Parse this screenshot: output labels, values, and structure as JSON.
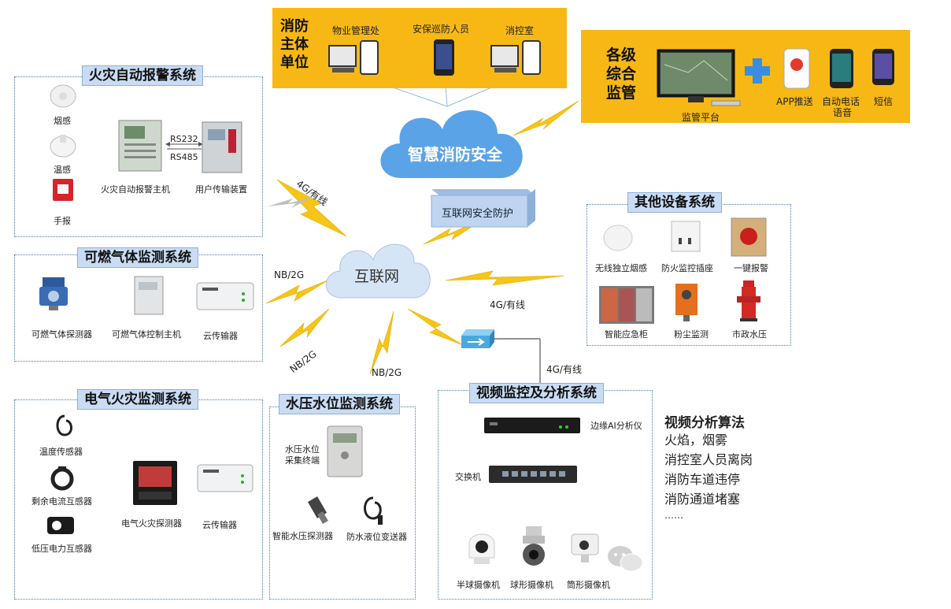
{
  "fire_alarm": {
    "title": "火灾自动报警系统",
    "smoke": "烟感",
    "heat": "温感",
    "manual": "手报",
    "host": "火灾自动报警主机",
    "rs232": "RS232",
    "rs485": "RS485",
    "transmitter": "用户传输装置"
  },
  "gas": {
    "title": "可燃气体监测系统",
    "detector": "可燃气体探测器",
    "controller": "可燃气体控制主机",
    "cloud_tx": "云传输器"
  },
  "electrical": {
    "title": "电气火灾监测系统",
    "temp": "温度传感器",
    "residual": "剩余电流互感器",
    "lowvolt": "低压电力互感器",
    "detector": "电气火灾探测器",
    "cloud_tx": "云传输器"
  },
  "water": {
    "title": "水压水位监测系统",
    "terminal_l1": "水压水位",
    "terminal_l2": "采集终端",
    "pressure": "智能水压探测器",
    "level": "防水液位变送器"
  },
  "main_unit": {
    "title_l1": "消防",
    "title_l2": "主体",
    "title_l3": "单位",
    "property": "物业管理处",
    "security": "安保巡防人员",
    "control_room": "消控室"
  },
  "supervision": {
    "title_l1": "各级",
    "title_l2": "综合",
    "title_l3": "监管",
    "platform": "监管平台",
    "app": "APP推送",
    "voice_l1": "自动电话",
    "voice_l2": "语音",
    "sms": "短信"
  },
  "cloud": {
    "label": "智慧消防安全",
    "security": "互联网安全防护",
    "internet": "互联网"
  },
  "links": {
    "l4g_wired_1": "4G/有线",
    "nb2g_1": "NB/2G",
    "nb2g_2": "NB/2G",
    "nb2g_3": "NB/2G",
    "l4g_wired_2": "4G/有线",
    "l4g_wired_3": "4G/有线"
  },
  "other": {
    "title": "其他设备系统",
    "wireless_smoke": "无线独立烟感",
    "socket": "防火监控插座",
    "alarm_btn": "一键报警",
    "cabinet": "智能应急柜",
    "dust": "粉尘监测",
    "hydrant": "市政水压"
  },
  "video": {
    "title": "视频监控及分析系统",
    "edge_ai": "边缘AI分析仪",
    "switch": "交换机",
    "dome": "半球摄像机",
    "ball": "球形摄像机",
    "bullet": "筒形摄像机"
  },
  "algorithms": {
    "title": "视频分析算法",
    "items": [
      "火焰，烟雾",
      "消控室人员离岗",
      "消防车道违停",
      "消防通道堵塞",
      "……"
    ]
  }
}
